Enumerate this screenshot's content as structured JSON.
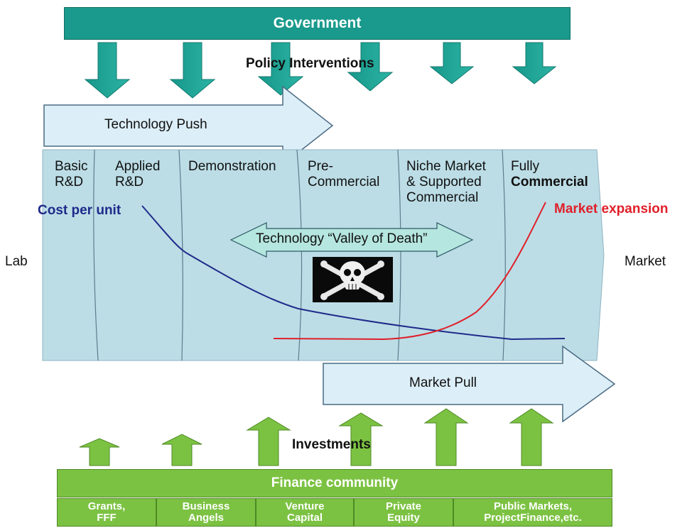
{
  "header": {
    "government": "Government",
    "policy": "Policy Interventions"
  },
  "technology_push": "Technology Push",
  "stages": [
    {
      "line1": "Basic",
      "line2": "R&D",
      "line3": ""
    },
    {
      "line1": "Applied",
      "line2": "R&D",
      "line3": ""
    },
    {
      "line1": "Demonstration",
      "line2": "",
      "line3": ""
    },
    {
      "line1": "Pre-",
      "line2": "Commercial",
      "line3": ""
    },
    {
      "line1": "Niche Market",
      "line2": "& Supported",
      "line3": "Commercial"
    },
    {
      "line1": "Fully",
      "line2": "Commercial",
      "line3": ""
    }
  ],
  "curves": {
    "cost": {
      "label": "Cost per unit",
      "color": "#1f2a8a"
    },
    "market": {
      "label": "Market expansion",
      "color": "#e0202a"
    }
  },
  "valley": "Technology “Valley of Death”",
  "axis": {
    "left": "Lab",
    "right": "Market"
  },
  "market_pull": "Market Pull",
  "investments": "Investments",
  "finance": {
    "title": "Finance community",
    "sources": [
      {
        "line1": "Grants,",
        "line2": "FFF"
      },
      {
        "line1": "Business",
        "line2": "Angels"
      },
      {
        "line1": "Venture",
        "line2": "Capital"
      },
      {
        "line1": "Private",
        "line2": "Equity"
      },
      {
        "line1": "Public Markets,",
        "line2": "ProjectFinance,etc."
      }
    ]
  },
  "colors": {
    "government": "#1a9a8c",
    "finance": "#7cc242",
    "panel": "#bcdde6",
    "arrow_fill": "#dceef7"
  }
}
